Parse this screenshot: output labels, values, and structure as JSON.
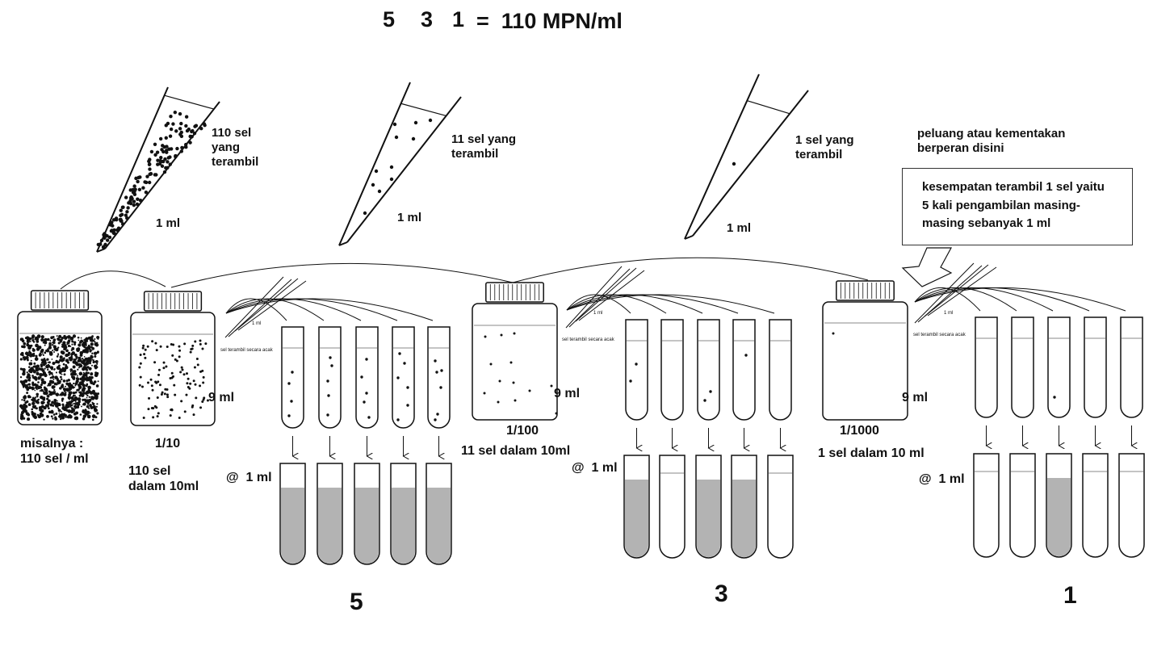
{
  "title": {
    "d1": "5",
    "d2": "3",
    "d3": "1",
    "formula": "=  110 MPN/ml"
  },
  "pipettes": [
    {
      "cells_text": "110 sel\nyang\nterambil",
      "volume": "1 ml"
    },
    {
      "cells_text": "11 sel yang\nterambil",
      "volume": "1 ml"
    },
    {
      "cells_text": "1 sel yang\nterambil",
      "volume": "1 ml"
    }
  ],
  "note": {
    "heading": "peluang atau kementakan\nberperan disini",
    "callout": "kesempatan terambil 1 sel yaitu\n5 kali pengambilan masing-\nmasing sebanyak 1 ml"
  },
  "stock": {
    "label": "misalnya :\n110 sel / ml"
  },
  "dilutions": [
    {
      "ratio": "1/10",
      "volume": "9 ml",
      "cells": "110 sel\ndalam 10ml",
      "small_volume": "1 ml",
      "random_note": "sel terambil secara acak",
      "each": "@  1 ml",
      "positive": "5"
    },
    {
      "ratio": "1/100",
      "volume": "9 ml",
      "cells": "11 sel dalam 10ml",
      "small_volume": "1 ml",
      "random_note": "sel terambil secara acak",
      "each": "@  1 ml",
      "positive": "3"
    },
    {
      "ratio": "1/1000",
      "volume": "9 ml",
      "cells": "1 sel dalam 10 ml",
      "small_volume": "1 ml",
      "random_note": "sel terambil secara acak",
      "each": "@  1 ml",
      "positive": "1"
    }
  ],
  "tube_results": [
    [
      true,
      true,
      true,
      true,
      true
    ],
    [
      true,
      false,
      true,
      true,
      false
    ],
    [
      false,
      false,
      true,
      false,
      false
    ]
  ],
  "colors": {
    "ink": "#111111",
    "positive_fill": "#b3b3b3",
    "paper": "#ffffff"
  }
}
